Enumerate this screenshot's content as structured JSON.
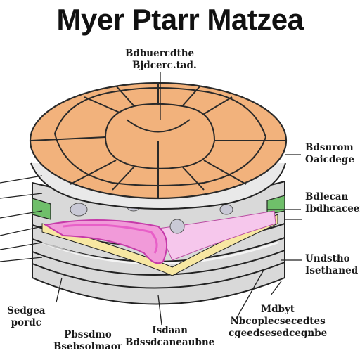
{
  "title": "Myer Ptarr Matzea",
  "labels": {
    "top": [
      "Bdbuercdthe",
      "Bjdcerc.tad."
    ],
    "right_1": [
      "Bdsurom",
      "Oaicdege"
    ],
    "right_2": [
      "Bdlecan",
      "Ibdhcaceen"
    ],
    "right_3": [
      "Undstho",
      "Isethaned"
    ],
    "bottom_right": [
      "Mdbyt",
      "Nbcoplecsecedtes",
      "cgeedsesedcegnbe"
    ],
    "bottom_center": [
      "Isdaan",
      "Bdssdcaneaubne"
    ],
    "bottom_mid_left": [
      "Pbssdmo",
      "Bsebsolmaor"
    ],
    "bottom_left": [
      "Sedgea",
      "pordc"
    ]
  },
  "colors": {
    "cap_fill": "#f2b27c",
    "cap_stroke": "#2a2a2a",
    "pink_layer": "#e85fc8",
    "light_pink": "#f6c7ec",
    "yellow_layer": "#f7e7a2",
    "green_accent": "#6fbf6a",
    "band_gray": "#d9d9d9"
  }
}
